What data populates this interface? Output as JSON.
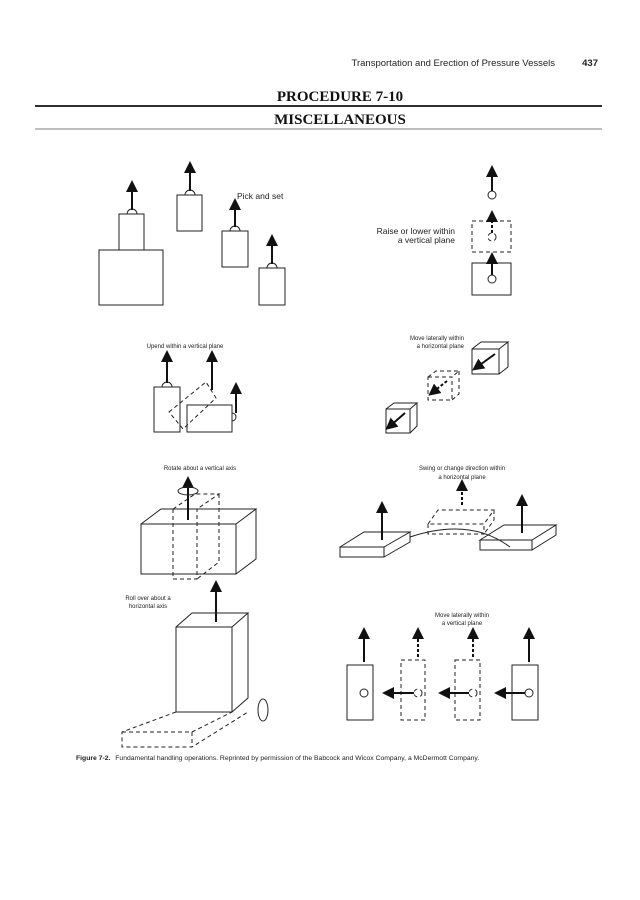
{
  "header": {
    "running_title": "Transportation and Erection of Pressure Vessels",
    "page_number": "437"
  },
  "procedure": {
    "number": "PROCEDURE 7-10",
    "title": "MISCELLANEOUS"
  },
  "figure": {
    "labels": {
      "pick_and_set": "Pick and set",
      "raise_lower_1": "Raise or lower within",
      "raise_lower_2": "a vertical plane",
      "upend": "Upend within a vertical plane",
      "move_horiz_1": "Move laterally within",
      "move_horiz_2": "a horizontal plane",
      "rotate": "Rotate about a vertical axis",
      "swing_1": "Swing or change direction within",
      "swing_2": "a horizontal plane",
      "roll_1": "Roll over about a",
      "roll_2": "horizontal axis",
      "move_vert_1": "Move laterally within",
      "move_vert_2": "a vertical plane"
    },
    "caption_label": "Figure 7-2.",
    "caption_text": "Fundamental handling operations. Reprinted by permission of the Babcock and Wicox Company, a McDermott Company."
  }
}
